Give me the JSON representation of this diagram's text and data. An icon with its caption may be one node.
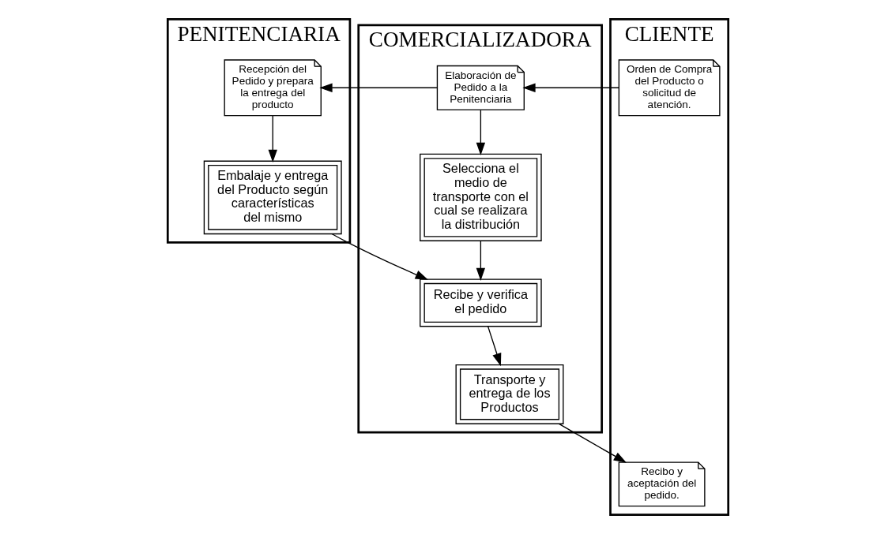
{
  "diagram": {
    "nodes": [
      {
        "text": [
          "PENITENCIARIA"
        ]
      },
      {
        "text": [
          "COMERCIALIZADORA"
        ]
      },
      {
        "text": [
          "CLIENTE"
        ]
      },
      {
        "text": [
          "Recepción del Pedido y prepara la entrega del producto"
        ],
        "in": 0
      },
      {
        "text": [
          "Elaboración de Pedido a la Penitenciaria"
        ],
        "in": 1
      },
      {
        "text": [
          "Orden de Compra del Producto o solicitud de atención."
        ],
        "in": 2
      },
      {
        "text": [
          "Selecciona el medio de transporte con el cual se realizara la distribución"
        ],
        "in": 1
      },
      {
        "text": [
          "Embalaje y entrega del Producto según características del mismo"
        ],
        "in": 0
      },
      {
        "text": [
          "Recibe y verifica el pedido"
        ],
        "in": 1
      },
      {
        "text": [
          "Transporte y entrega de los Productos"
        ],
        "in": 1
      },
      {
        "text": [
          "Recibo y aceptación del pedido."
        ],
        "in": 2
      }
    ],
    "edges": [
      {
        "from": 5,
        "to": 4,
        "arrow": "to"
      },
      {
        "from": 4,
        "to": 3,
        "arrow": "to"
      },
      {
        "from": 4,
        "to": 6,
        "arrow": "to"
      },
      {
        "from": 3,
        "to": 7,
        "arrow": "to"
      },
      {
        "from": 6,
        "to": 8,
        "arrow": "to"
      },
      {
        "from": 7,
        "to": 8,
        "arrow": "to"
      },
      {
        "from": 8,
        "to": 9,
        "arrow": "to"
      },
      {
        "from": 9,
        "to": 10,
        "arrow": "to"
      }
    ]
  }
}
